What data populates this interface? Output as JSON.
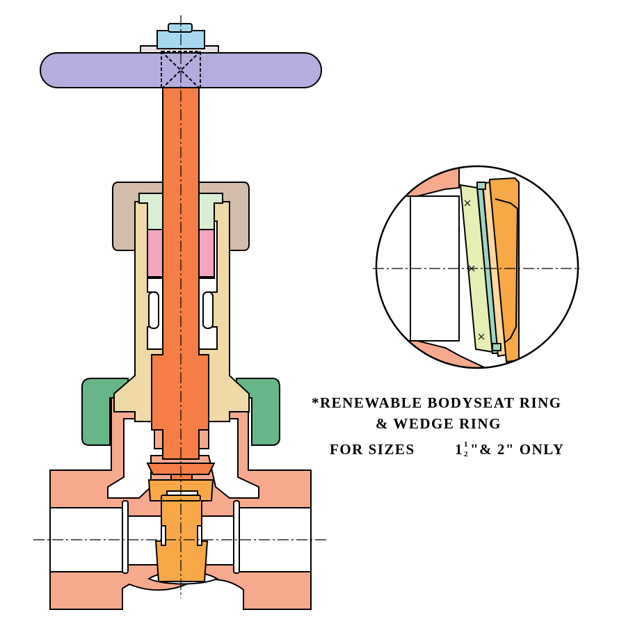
{
  "caption": {
    "line1": "*RENEWABLE BODYSEAT RING",
    "line2": "& WEDGE RING",
    "line3_prefix": "FOR SIZES",
    "line3_whole": "1",
    "line3_num": "1",
    "line3_den": "2",
    "line3_suffix": "\"& 2\" ONLY"
  },
  "colors": {
    "body": "#f7a98e",
    "handwheel": "#b3aede",
    "nut": "#a8d8f0",
    "stem": "#f47e45",
    "bonnet": "#efd9a6",
    "gland_nut": "#d3bca9",
    "packing": "#f3a6bf",
    "gland_follower": "#d9efd4",
    "union_nut": "#66b687",
    "wedge": "#f8a846",
    "seat_ring": "#e5efb3",
    "seat_band": "#9fd6c3"
  }
}
